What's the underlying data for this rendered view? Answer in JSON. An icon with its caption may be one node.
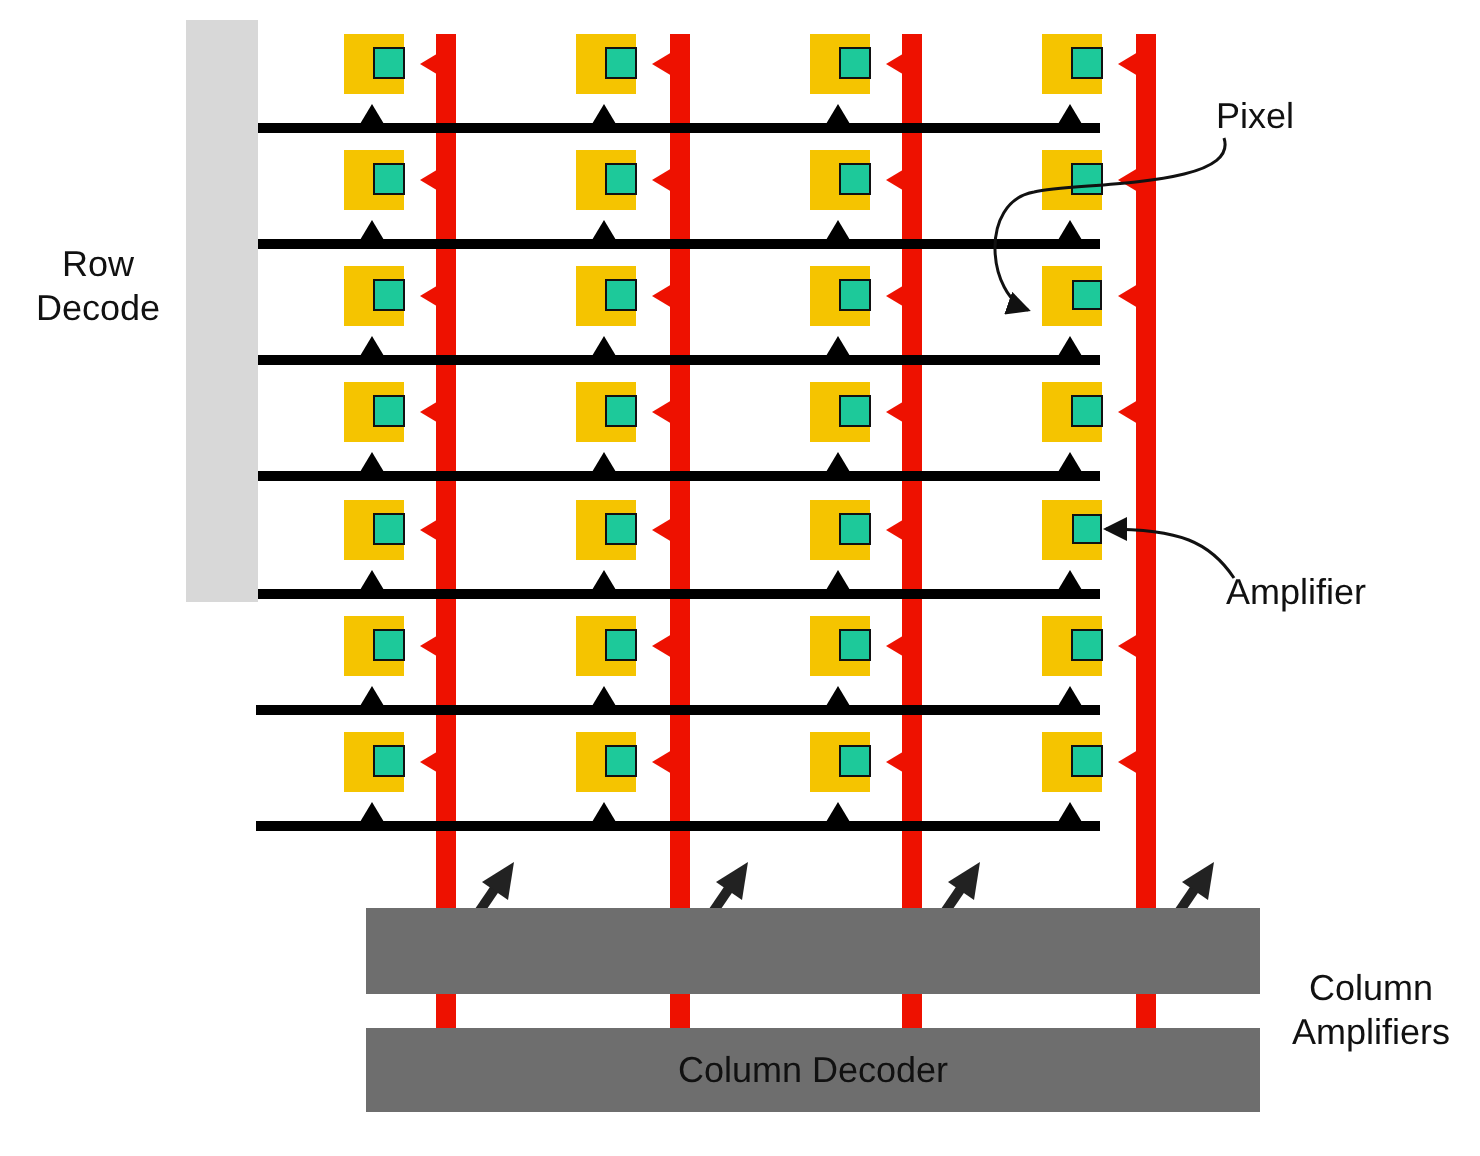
{
  "diagram": {
    "nodes": [
      {
        "text": [
          "Row Decode"
        ]
      },
      {
        "text": [
          "Column Amplifiers"
        ]
      },
      {
        "text": [
          "Column Decoder"
        ]
      },
      {
        "text": [
          "Pixel"
        ]
      },
      {
        "text": [],
        "shape": "box"
      },
      {
        "text": [
          "Amplifier"
        ]
      },
      {
        "text": [],
        "shape": "box"
      }
    ],
    "edges": [
      {
        "from": 3,
        "to": 4,
        "arrow": "to"
      },
      {
        "from": 5,
        "to": 6,
        "arrow": "to"
      }
    ]
  }
}
